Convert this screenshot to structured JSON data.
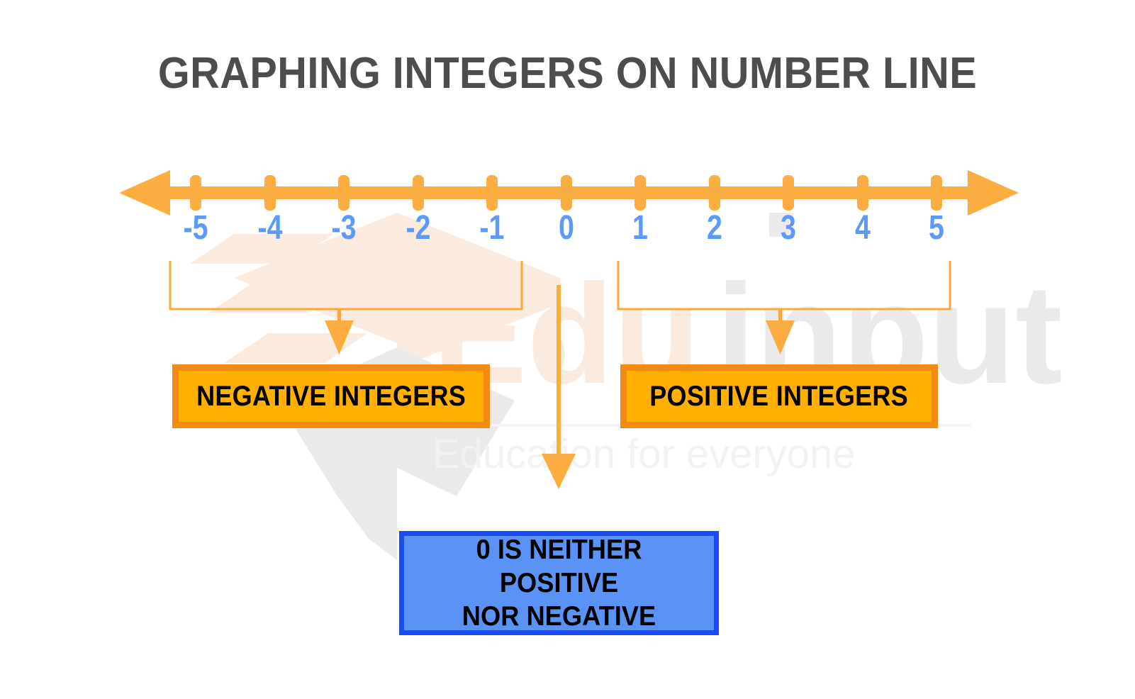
{
  "page": {
    "title": "GRAPHING INTEGERS ON NUMBER LINE",
    "background_color": "#ffffff",
    "title_color": "#4d4d4d"
  },
  "colors": {
    "line_orange": "#fbad41",
    "bracket_orange": "#f9a93c",
    "label_blue": "#5b9bf5",
    "box_fill_orange": "#ffb000",
    "box_border_orange": "#f58a12",
    "box_fill_blue": "#5b92f5",
    "box_border_blue": "#1a4bf5",
    "text_black": "#000000",
    "watermark_peach": "#fbeade",
    "watermark_gray": "#eaeaea"
  },
  "watermark": {
    "brand_edu": "Edu",
    "brand_input": "input",
    "tagline": "Education for everyone",
    "logo_name": "graduation-cap-logo"
  },
  "chart_data": {
    "type": "number-line",
    "title": "GRAPHING INTEGERS ON NUMBER LINE",
    "axis_min": -5,
    "axis_max": 5,
    "step": 1,
    "ticks": [
      -5,
      -4,
      -3,
      -2,
      -1,
      0,
      1,
      2,
      3,
      4,
      5
    ],
    "tick_labels": [
      "-5",
      "-4",
      "-3",
      "-2",
      "-1",
      "0",
      "1",
      "2",
      "3",
      "4",
      "5"
    ],
    "arrows_both_ends": true,
    "groups": [
      {
        "name": "negative-integers",
        "label": "NEGATIVE INTEGERS",
        "range": [
          -5,
          -1
        ],
        "color": "#ffb000"
      },
      {
        "name": "zero",
        "label": "0 IS NEITHER POSITIVE\nNOR NEGATIVE",
        "range": [
          0,
          0
        ],
        "color": "#5b92f5"
      },
      {
        "name": "positive-integers",
        "label": "POSITIVE INTEGERS",
        "range": [
          1,
          5
        ],
        "color": "#ffb000"
      }
    ]
  },
  "callouts": {
    "negative": "NEGATIVE INTEGERS",
    "positive": "POSITIVE INTEGERS",
    "zero": "0 IS NEITHER POSITIVE\nNOR NEGATIVE"
  }
}
